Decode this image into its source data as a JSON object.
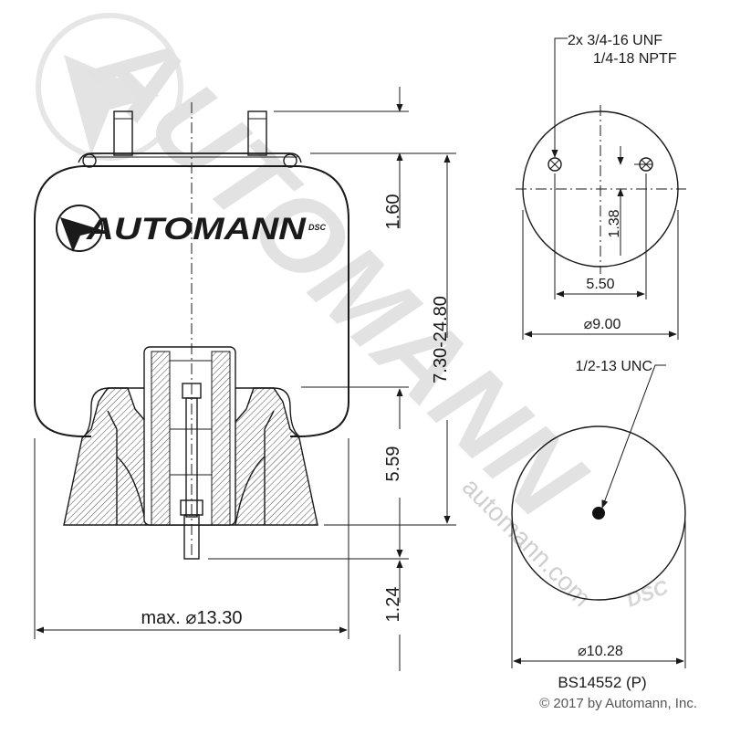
{
  "watermark": {
    "brand_text": "AUTOMANN",
    "site_text": "automann.com",
    "mark_text": "DSC"
  },
  "logo": {
    "text": "AUTOMANN",
    "mark_text": "DSC"
  },
  "side_view": {
    "dim_top_1": "1.60",
    "dim_height_range": "7.30-24.80",
    "dim_mid": "5.59",
    "dim_bottom": "1.24",
    "max_diameter": "max. ⌀13.30"
  },
  "top_view": {
    "callout_line1": "2x 3/4-16 UNF",
    "callout_line2": "1/4-18 NPTF",
    "dim_offset": "1.38",
    "dim_spacing": "5.50",
    "dim_diameter": "⌀9.00"
  },
  "bottom_view": {
    "callout": "1/2-13 UNC",
    "dim_diameter": "⌀10.28"
  },
  "part_number": "BS14552 (P)",
  "copyright": "© 2017 by Automann, Inc."
}
